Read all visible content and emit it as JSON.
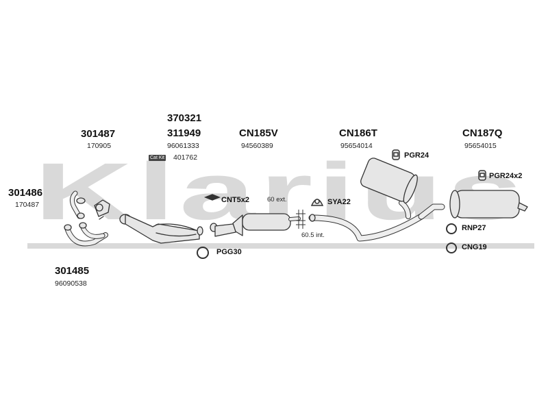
{
  "watermark": "Klarius",
  "colors": {
    "watermark": "#d9d9d9",
    "part_fill": "#e6e6e6",
    "part_stroke": "#333333"
  },
  "parts": {
    "p301487": {
      "code": "301487",
      "ref": "170905"
    },
    "p370321": {
      "code": "370321"
    },
    "p311949": {
      "code": "311949",
      "ref": "96061333",
      "kit_label": "Cat Kit",
      "kit_ref": "401762"
    },
    "cn185v": {
      "code": "CN185V",
      "ref": "94560389"
    },
    "cn186t": {
      "code": "CN186T",
      "ref": "95654014"
    },
    "cn187q": {
      "code": "CN187Q",
      "ref": "95654015"
    },
    "p301486": {
      "code": "301486",
      "ref": "170487"
    },
    "p301485": {
      "code": "301485",
      "ref": "96090538"
    }
  },
  "fittings": {
    "pgr24": "PGR24",
    "pgr24x2": "PGR24x2",
    "cnt5x2": "CNT5x2",
    "sya22": "SYA22",
    "pgg30": "PGG30",
    "rnp27": "RNP27",
    "cng19": "CNG19"
  },
  "annotations": {
    "ext": "60 ext.",
    "int": "60.5 int."
  }
}
